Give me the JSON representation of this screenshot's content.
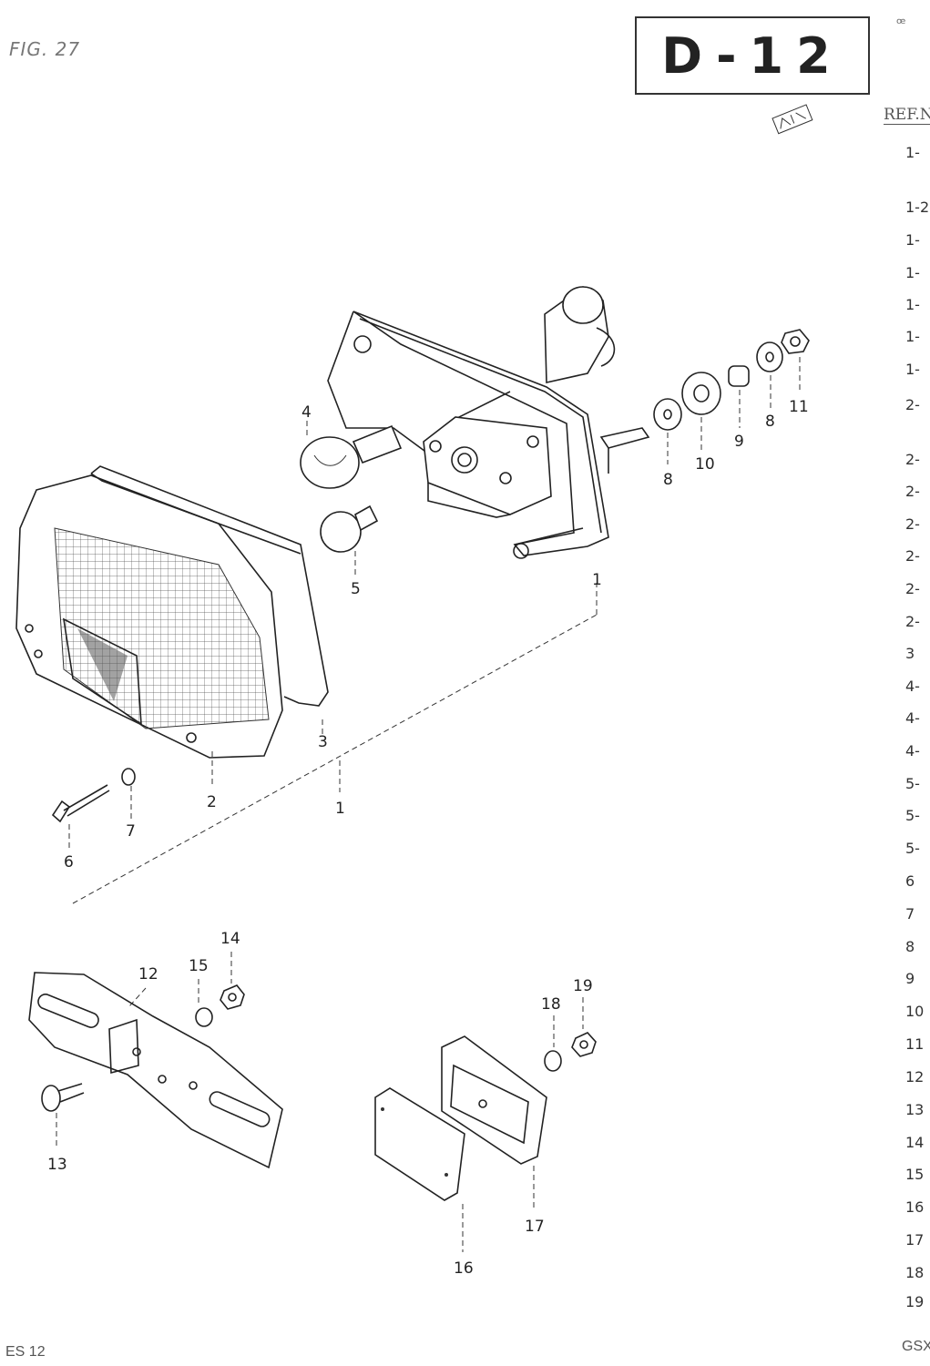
{
  "figure_label": "FIG. 27",
  "section_code": "D-12",
  "corner_mark": "ꟹ",
  "ref_header": "REF.N",
  "ref_numbers": [
    "1-",
    "1-2",
    "1-",
    "1-",
    "1-",
    "1-",
    "1-",
    "2-",
    "2-",
    "2-",
    "2-",
    "2-",
    "2-",
    "2-",
    "3",
    "4-",
    "4-",
    "4-",
    "5-",
    "5-",
    "5-",
    "6",
    "7",
    "8",
    "9",
    "10",
    "11",
    "12",
    "13",
    "14",
    "15",
    "16",
    "17",
    "18",
    "19"
  ],
  "callouts": {
    "c1a": "1",
    "c1b": "1",
    "c2": "2",
    "c3": "3",
    "c4": "4",
    "c5": "5",
    "c6": "6",
    "c7": "7",
    "c8a": "8",
    "c8b": "8",
    "c9": "9",
    "c10": "10",
    "c11": "11",
    "c12": "12",
    "c13": "13",
    "c14": "14",
    "c15": "15",
    "c16": "16",
    "c17": "17",
    "c18": "18",
    "c19": "19"
  },
  "footer_left": "ES 12",
  "footer_right": "GSX"
}
